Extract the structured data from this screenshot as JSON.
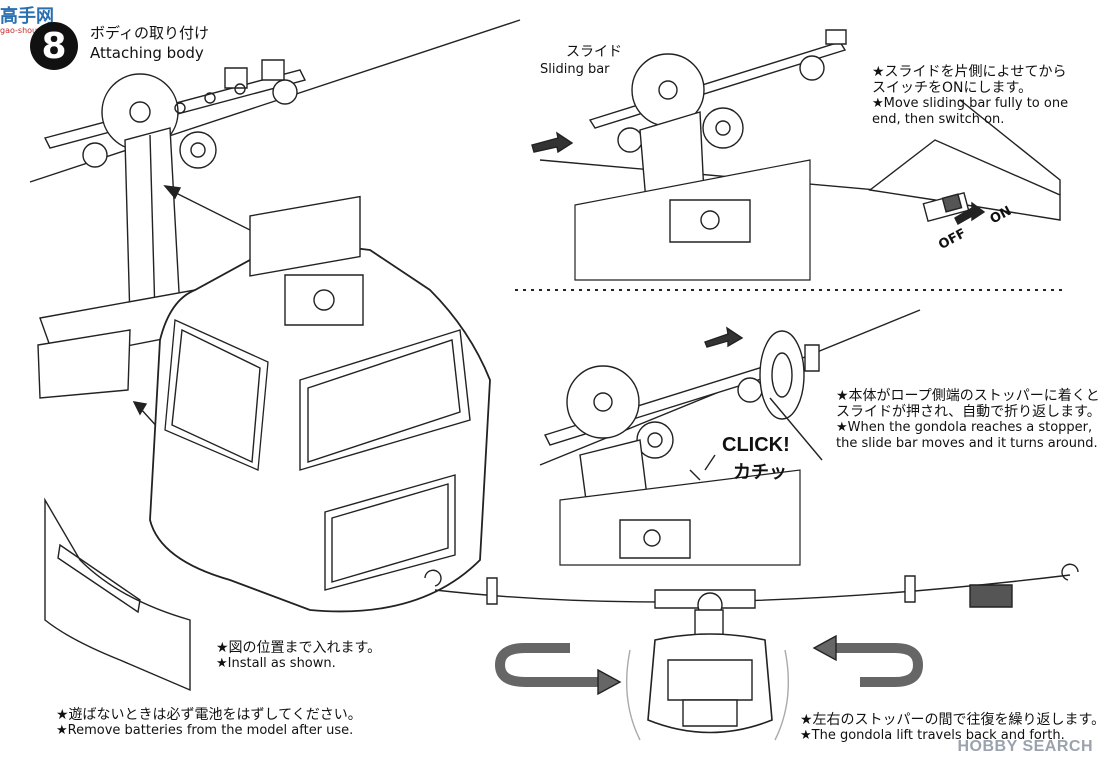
{
  "logo": {
    "text": "高手网",
    "url": "gao-shou.com"
  },
  "step": {
    "number": "8",
    "title_jp": "ボディの取り付け",
    "title_en": "Attaching body"
  },
  "top_right": {
    "part_jp": "スライド",
    "part_en": "Sliding bar",
    "note_jp_1": "★スライドを片側によせてから",
    "note_jp_2": "スイッチをONにします。",
    "note_en_1": "★Move sliding bar fully to one",
    "note_en_2": "end, then switch on.",
    "switch_off": "OFF",
    "switch_on": "ON"
  },
  "middle_right": {
    "click_en": "CLICK!",
    "click_jp": "カチッ",
    "note_jp_1": "★本体がロープ側端のストッパーに着くと",
    "note_jp_2": "スライドが押され、自動で折り返します。",
    "note_en_1": "★When the gondola reaches a stopper,",
    "note_en_2": "the slide bar moves and it turns around."
  },
  "left_notes": {
    "install_jp": "★図の位置まで入れます。",
    "install_en": "★Install as shown.",
    "battery_jp": "★遊ばないときは必ず電池をはずしてください。",
    "battery_en": "★Remove batteries from the model after use."
  },
  "bottom_right": {
    "note_jp": "★左右のストッパーの間で往復を繰り返します。",
    "note_en": "★The gondola lift travels back and forth."
  },
  "watermark": "HOBBY SEARCH"
}
